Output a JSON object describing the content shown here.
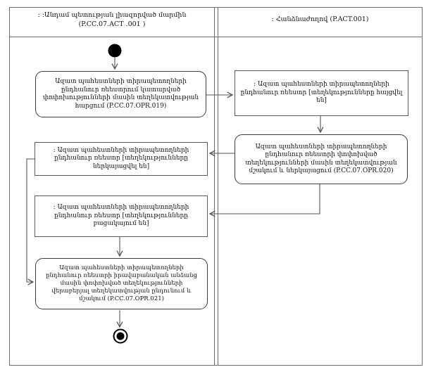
{
  "colors": {
    "background": "#ffffff",
    "line": "#555555",
    "box_border": "#4e4e4e",
    "text": "#141414",
    "node_fill": "#000000"
  },
  "lanes": {
    "left": {
      "name": ": :Անդամ պետության լիազորված մարմին",
      "code": "(P.CC.07.ACT .001 )"
    },
    "right": {
      "name": ": Հանձնաժողով (P.ACT.001)"
    }
  },
  "nodes": {
    "activity1": {
      "lane": "left",
      "type": "activity",
      "text": "Ազատ պահեստների տիրապետողների ընդհանուր ռեեստրում կատարված փոփոխությունների մասին տեղեկատվության հարցում (P.CC.07.OPR.019)"
    },
    "object1": {
      "lane": "right",
      "type": "object",
      "text": ": Ազատ պահեստների տիրապետողների ընդհանուր ռեեստր [տեղեկությունները հայցվել են]"
    },
    "activity2": {
      "lane": "right",
      "type": "activity",
      "text": "Ազատ պահեստների տիրապետողների ընդհանուր ռեեստրի փոփոխված տեղեկությունների մասին տեղեկատվության մշակում և ներկայացում (P.CC.07.OPR.020)"
    },
    "object2": {
      "lane": "left",
      "type": "object",
      "text": ": Ազատ պահեստների տիրապետողների ընդհանուր ռեեստր [տեղեկությունները ներկայացվել են]"
    },
    "object3": {
      "lane": "left",
      "type": "object",
      "text": ": Ազատ պահեստների տիրապետողների ընդհանուր ռեեստր [տեղեկությունները բացակայում են]"
    },
    "activity3": {
      "lane": "left",
      "type": "activity",
      "text": "Ազատ պահեստների տիրապետողների ընդհանուր ռեեստրի իրավաբանական անձանց մասին փոփոխված տեղեկությունների վերաբերյալ տեղեկատվության ընդունում և մշակում (P.CC.07.OPR.021)"
    }
  }
}
